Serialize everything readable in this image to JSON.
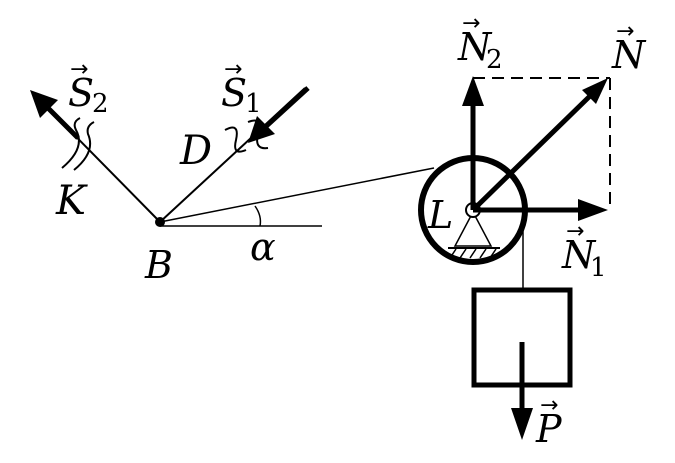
{
  "labels": {
    "S2": {
      "letter": "S",
      "sub": "2"
    },
    "S1": {
      "letter": "S",
      "sub": "1"
    },
    "K": "K",
    "D": "D",
    "B": "B",
    "alpha": "α",
    "L": "L",
    "N2": {
      "letter": "N",
      "sub": "2"
    },
    "N": {
      "letter": "N"
    },
    "N1": {
      "letter": "N",
      "sub": "1"
    },
    "P": {
      "letter": "P"
    }
  },
  "colors": {
    "ink": "#000000",
    "background": "#ffffff"
  }
}
